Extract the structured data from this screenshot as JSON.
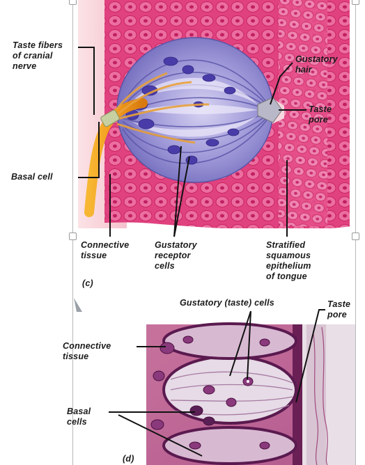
{
  "panel_c": {
    "labels": {
      "taste_fibers": "Taste fibers\nof cranial\nnerve",
      "gustatory_hair": "Gustatory\nhair",
      "taste_pore": "Taste\npore",
      "basal_cell": "Basal cell",
      "connective_tissue": "Connective\ntissue",
      "gustatory_receptor_cells": "Gustatory\nreceptor\ncells",
      "stratified_epithelium": "Stratified\nsquamous\nepithelium\nof tongue",
      "panel_letter": "(c)"
    }
  },
  "panel_d": {
    "labels": {
      "gustatory_taste_cells": "Gustatory (taste) cells",
      "taste_pore": "Taste\npore",
      "connective_tissue": "Connective\ntissue",
      "basal_cells": "Basal\ncells",
      "panel_letter": "(d)"
    }
  },
  "colors": {
    "epithelium_pink": "#e0417f",
    "bud_purple": "#8c86cf",
    "nerve_orange": "#f0a020",
    "micrograph_bg": "#c46a9a"
  }
}
